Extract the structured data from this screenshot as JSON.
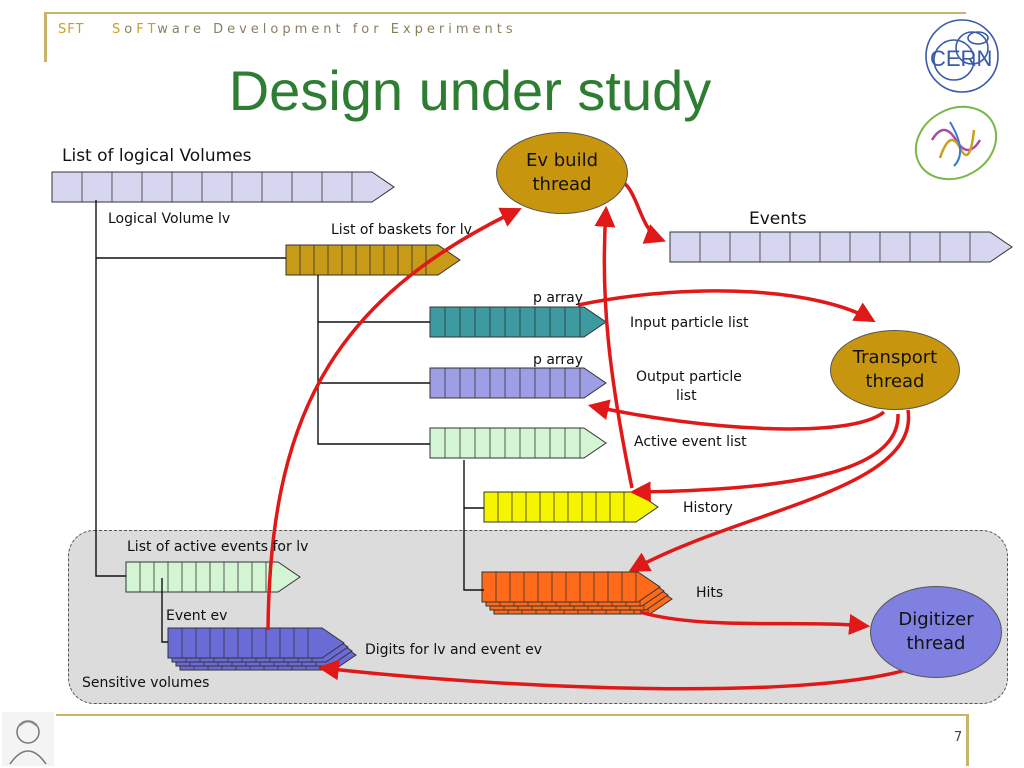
{
  "header": {
    "short": "SFT",
    "full_hi1": "S",
    "full_mid1": "o",
    "full_hi2": "F",
    "full_mid2": "T",
    "full_rest": "ware Development for Experiments"
  },
  "title": "Design under study",
  "labels": {
    "list_logical": "List of logical Volumes",
    "logical_lv": "Logical Volume lv",
    "baskets": "List of baskets for lv",
    "events": "Events",
    "p_array_1": "p array",
    "input_list": "Input particle list",
    "p_array_2": "p array",
    "output_list_1": "Output particle",
    "output_list_2": "list",
    "active_event_list": "Active event list",
    "history": "History",
    "active_events_lv": "List of active events for lv",
    "hits": "Hits",
    "event_ev": "Event ev",
    "digits": "Digits for lv and event ev",
    "sensitive": "Sensitive volumes"
  },
  "threads": {
    "ev_build_1": "Ev build",
    "ev_build_2": "thread",
    "transport_1": "Transport",
    "transport_2": "thread",
    "digitizer_1": "Digitizer",
    "digitizer_2": "thread"
  },
  "colors": {
    "logical": "#d6d6f0",
    "baskets": "#c89a18",
    "input": "#3d9aa0",
    "output": "#9e9ee6",
    "active": "#d4f5d4",
    "history": "#f5f500",
    "hits": "#ff6a1a",
    "digits": "#6b6bd8",
    "thread_gold": "#c8960e",
    "digitizer": "#8080e0",
    "arrow": "#e01818",
    "title": "#2e7d32"
  },
  "page_number": "7"
}
